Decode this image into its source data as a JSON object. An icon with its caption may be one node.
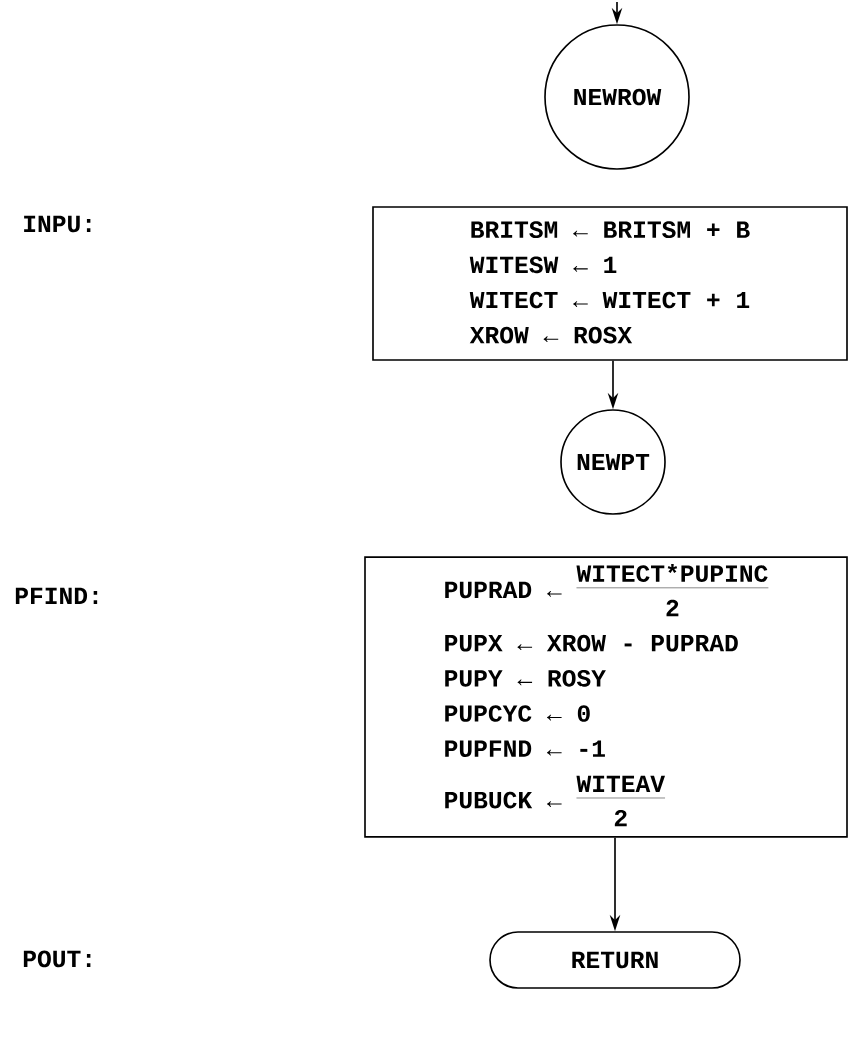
{
  "diagram": {
    "nodes": [
      {
        "text": [
          "NEWROW"
        ]
      },
      {
        "text": [
          "BRITSM ← BRITSM + B",
          "WITESW ← 1",
          "WITECT ← WITECT + 1",
          "XROW ← ROSX"
        ]
      },
      {
        "text": [
          "NEWPT"
        ]
      },
      {
        "text": [
          "PUPRAD ←",
          "WITECT*PUPINC",
          "2",
          "PUPX ← XROW - PUPRAD",
          "PUPY ← ROSY",
          "PUPCYC ← 0",
          "PUPFND ← -1",
          "PUBUCK ←",
          "WITEAV",
          "2"
        ]
      },
      {
        "text": [
          "RETURN"
        ]
      }
    ],
    "edges": [
      {
        "from": null,
        "to": 0,
        "arrow": "to"
      },
      {
        "from": 1,
        "to": 2,
        "arrow": "to"
      },
      {
        "from": 3,
        "to": 4,
        "arrow": "to"
      }
    ],
    "labels": [
      "INPU:",
      "PFIND:",
      "POUT:"
    ]
  }
}
